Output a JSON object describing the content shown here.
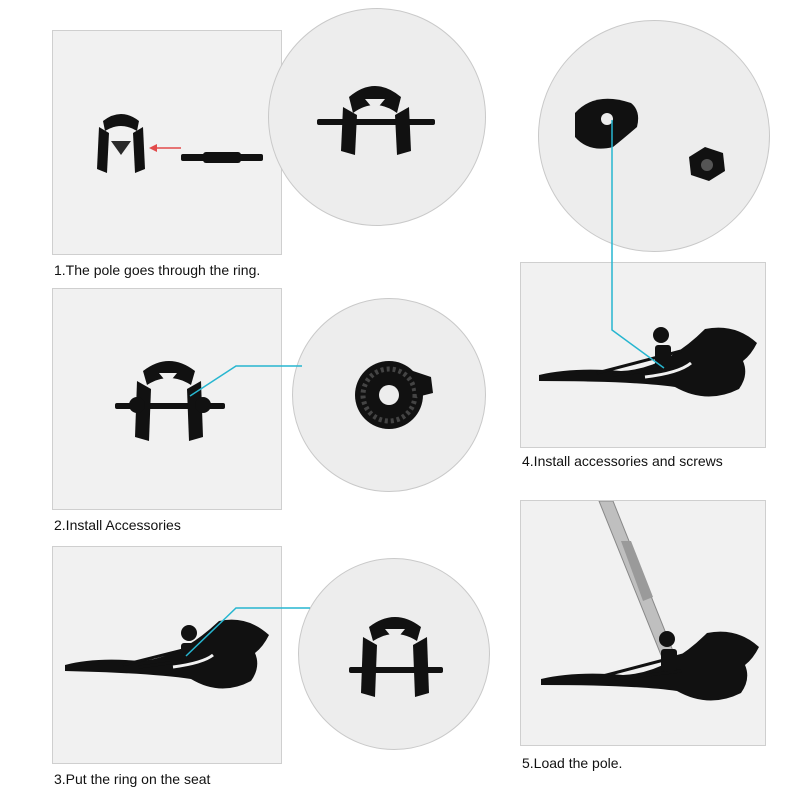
{
  "steps": [
    {
      "number": 1,
      "caption": "1.The pole goes through the ring."
    },
    {
      "number": 2,
      "caption": "2.Install Accessories"
    },
    {
      "number": 3,
      "caption": "3.Put the ring on the seat"
    },
    {
      "number": 4,
      "caption": "4.Install accessories and screws"
    },
    {
      "number": 5,
      "caption": "5.Load the pole."
    }
  ],
  "colors": {
    "connector_line": "#27b6d0",
    "arrow": "#e24a4a",
    "part": "#111111"
  }
}
